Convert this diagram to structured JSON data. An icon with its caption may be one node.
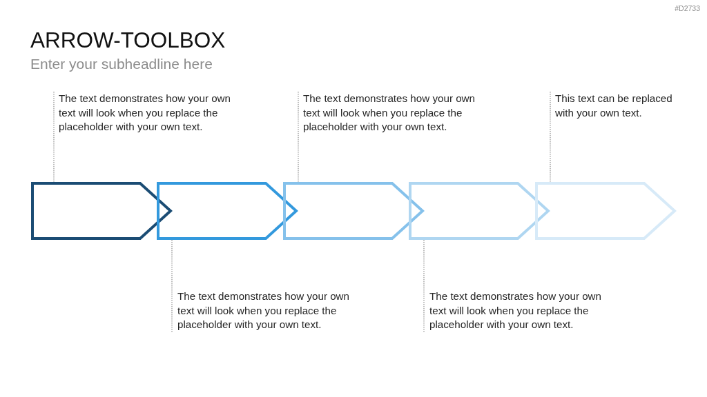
{
  "diagram": {
    "title": "ARROW-TOOLBOX",
    "nodes": [
      {
        "text": [
          "The text demonstrates how your own text will look when you replace the placeholder with your own text."
        ]
      },
      {
        "text": [
          "The text demonstrates how your own text will look when you replace the placeholder with your own text."
        ]
      },
      {
        "text": [
          "This text can be replaced with your own text."
        ]
      },
      {
        "text": [],
        "shape": "chevron"
      },
      {
        "text": [],
        "shape": "chevron"
      },
      {
        "text": [],
        "shape": "chevron"
      },
      {
        "text": [],
        "shape": "chevron"
      },
      {
        "text": [],
        "shape": "chevron"
      },
      {
        "text": [
          "The text demonstrates how your own text will look when you replace the placeholder with your own text."
        ]
      },
      {
        "text": [
          "The text demonstrates how your own text will look when you replace the placeholder with your own text."
        ]
      }
    ],
    "edges": [
      {
        "from": 0,
        "to": 3,
        "arrow": "none",
        "style": "dashed"
      },
      {
        "from": 1,
        "to": 5,
        "arrow": "none",
        "style": "dashed"
      },
      {
        "from": 2,
        "to": 7,
        "arrow": "none",
        "style": "dashed"
      },
      {
        "from": 8,
        "to": 4,
        "arrow": "none",
        "style": "dashed"
      },
      {
        "from": 9,
        "to": 6,
        "arrow": "none",
        "style": "dashed"
      }
    ],
    "labels": [
      "#D2733",
      "Enter your subheadline here"
    ]
  }
}
